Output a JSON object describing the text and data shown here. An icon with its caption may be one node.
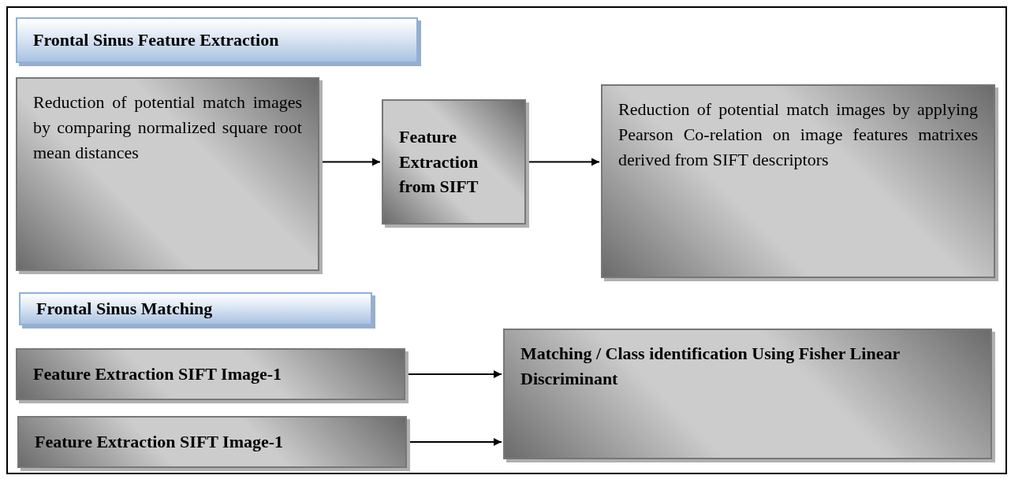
{
  "diagram": {
    "nodes": [
      {
        "text": [
          "Frontal Sinus Feature Extraction"
        ]
      },
      {
        "text": [
          "Reduction of potential match images by comparing normalized square root mean distances"
        ]
      },
      {
        "text": [
          "Feature Extraction from SIFT"
        ]
      },
      {
        "text": [
          "Reduction of potential match images by applying Pearson Co-relation on image features matrixes derived from SIFT descriptors"
        ]
      },
      {
        "text": [
          "Frontal Sinus Matching"
        ]
      },
      {
        "text": [
          "Feature Extraction SIFT Image-1"
        ]
      },
      {
        "text": [
          "Feature Extraction SIFT Image-1"
        ]
      },
      {
        "text": [
          "Matching / Class identification Using Fisher Linear Discriminant"
        ]
      }
    ],
    "edges": [
      {
        "from": 1,
        "to": 2,
        "arrow": "to"
      },
      {
        "from": 2,
        "to": 3,
        "arrow": "to"
      },
      {
        "from": 5,
        "to": 7,
        "arrow": "to"
      },
      {
        "from": 6,
        "to": 7,
        "arrow": "to"
      }
    ]
  }
}
